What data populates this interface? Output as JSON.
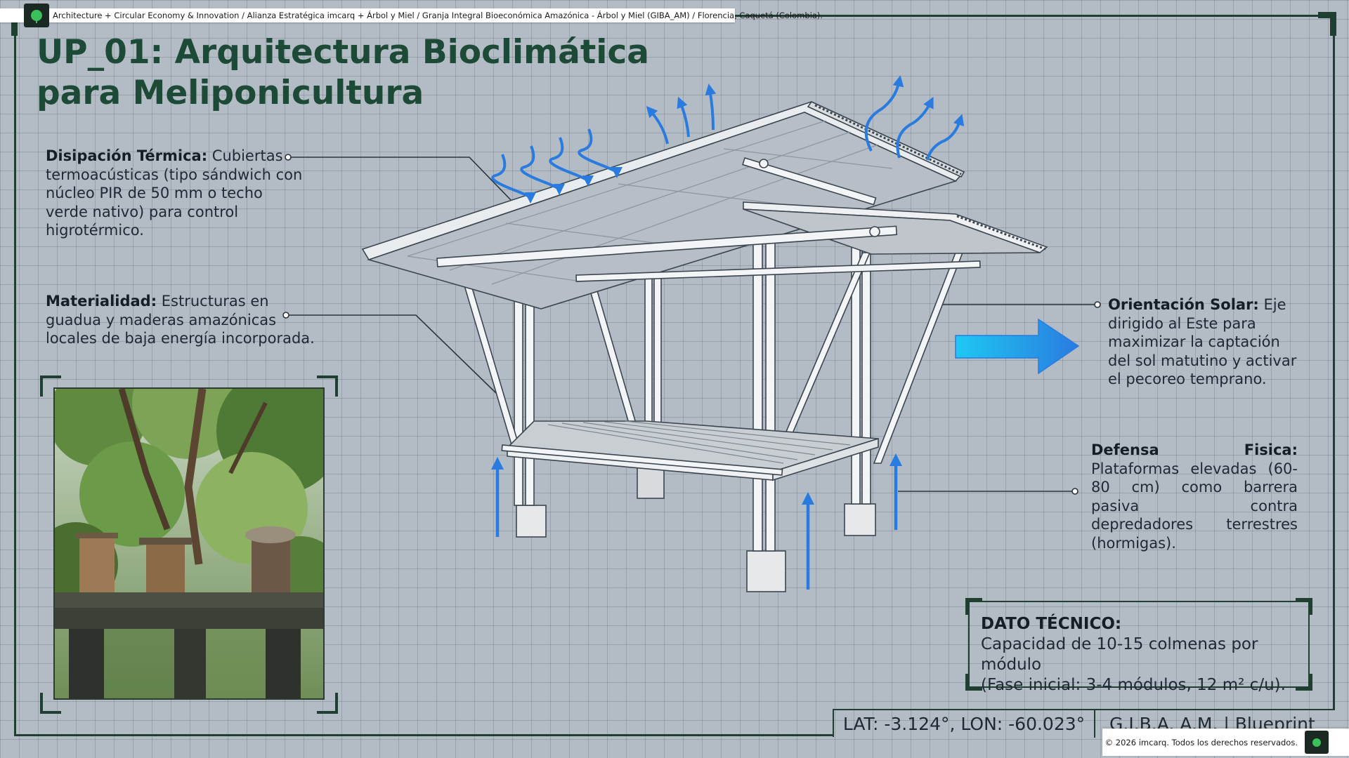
{
  "header": {
    "breadcrumb": "Architecture + Circular Economy & Innovation / Alianza Estratégica imcarq + Árbol y Miel / Granja Integral Bioeconómica Amazónica - Árbol y Miel (GIBA_AM) / Florencia, Caquetá (Colombia).",
    "logo_icon": "leaf-logo-icon"
  },
  "title": {
    "line1": "UP_01: Arquitectura Bioclimática",
    "line2": "para Meliponicultura"
  },
  "annotations": {
    "thermal": {
      "label": "Disipación Térmica:",
      "text": " Cubiertas termoacústicas (tipo sándwich con núcleo PIR de 50 mm o techo verde nativo) para control higrotérmico."
    },
    "material": {
      "label": "Materialidad:",
      "text": " Estructuras en guadua y maderas amazónicas locales de baja energía incorporada."
    },
    "solar": {
      "label": "Orientación Solar:",
      "text": " Eje dirigido al Este para maximizar la captación del sol matutino y activar el pecoreo temprano."
    },
    "defense": {
      "label": "Defensa Fisica:",
      "text": " Plataformas elevadas (60-80 cm) como barrera pasiva contra depredadores terrestres (hormigas)."
    }
  },
  "tech_box": {
    "title": "DATO TÉCNICO:",
    "line1": "Capacidad de 10-15 colmenas por módulo",
    "line2": "(Fase inicial: 3-4 módulos, 12 m² c/u)."
  },
  "coords_bar": {
    "coords": "LAT: -3.124°, LON: -60.023°",
    "brand": "G.I.B.A. A.M. | Blueprint"
  },
  "footer": {
    "copyright": "© 2026 imcarq. Todos los derechos reservados."
  },
  "colors": {
    "title_green": "#1c4a37",
    "frame_green": "#1f3f31",
    "arrow_blue": "#2a7be0",
    "solar_arrow_cyan": "#1ec8f2",
    "background": "#b3bcc4"
  }
}
